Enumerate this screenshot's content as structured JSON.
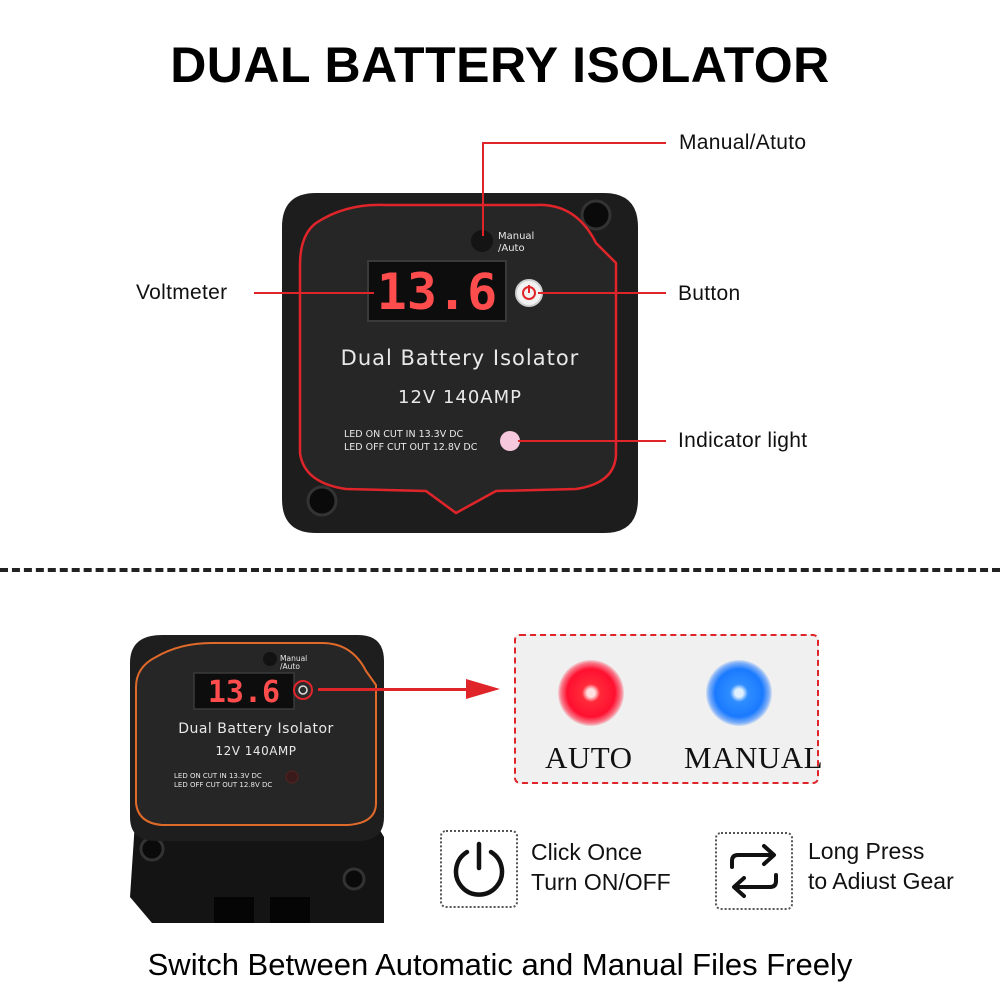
{
  "title": "DUAL BATTERY ISOLATOR",
  "callouts": {
    "manual_auto": "Manual/Atuto",
    "voltmeter": "Voltmeter",
    "button": "Button",
    "indicator_light": "Indicator light"
  },
  "device": {
    "reading": "13.6",
    "manual_label_line1": "Manual",
    "manual_label_line2": "/Auto",
    "name": "Dual Battery Isolator",
    "rating": "12V 140AMP",
    "led_on_text": "LED ON CUT IN 13.3V DC",
    "led_off_text": "LED OFF CUT OUT 12.8V DC"
  },
  "modes": {
    "auto_label": "AUTO",
    "manual_label": "MANUAL",
    "auto_color": "#ff1030",
    "manual_color": "#1a7aff"
  },
  "instructions": {
    "click_line1": "Click Once",
    "click_line2": "Turn ON/OFF",
    "press_line1": "Long Press",
    "press_line2": "to Adiust Gear"
  },
  "icons": {
    "power": "power-icon",
    "cycle": "cycle-arrows-icon"
  },
  "colors": {
    "accent": "#e0252a",
    "device_body": "#1c1c1c",
    "lcd_digits": "#ff4d4d"
  },
  "footer": "Switch Between Automatic and Manual Files Freely"
}
